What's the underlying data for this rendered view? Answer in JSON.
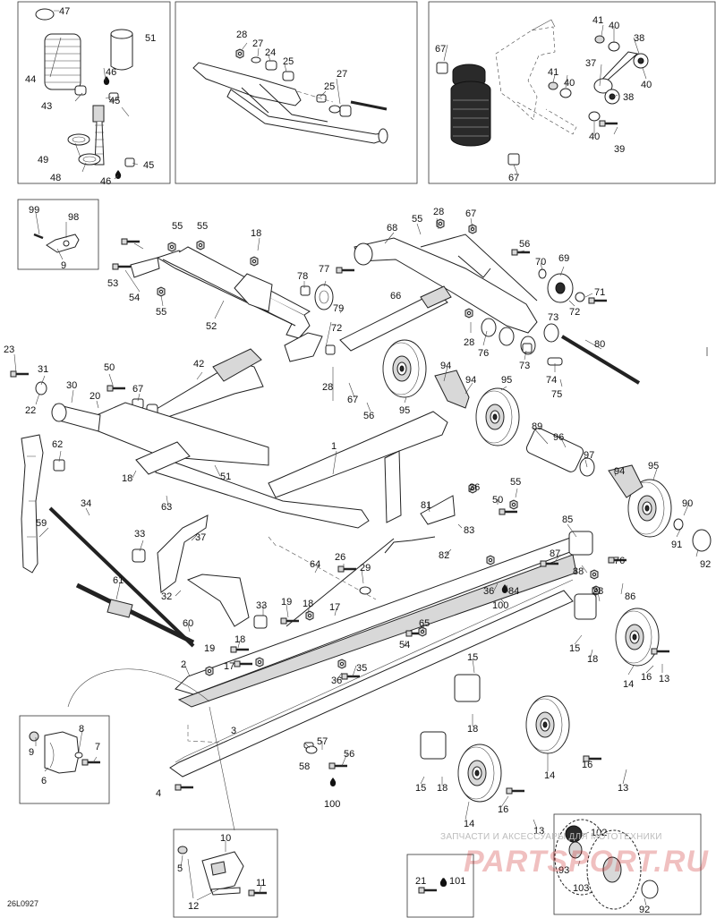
{
  "diagram": {
    "code": "26L0927",
    "watermark_line1": "ЗАПЧАСТИ И АКСЕССУАРЫ ДЛЯ МОТОТЕХНИКИ",
    "watermark_line2": "PARTSPORT.RU",
    "colors": {
      "line": "#1a1a1a",
      "part": "#222222",
      "fill": "#ffffff",
      "shade": "#d8d8d8",
      "watermark": "#c81e1e"
    }
  },
  "labels": {
    "l1": "47",
    "l2": "51",
    "l3": "44",
    "l4": "46",
    "l5": "43",
    "l6": "45",
    "l7": "49",
    "l8": "48",
    "l9": "46",
    "l10": "45",
    "l11": "28",
    "l12": "27",
    "l13": "24",
    "l14": "25",
    "l15": "27",
    "l16": "25",
    "l17": "41",
    "l18": "40",
    "l19": "38",
    "l20": "67",
    "l21": "37",
    "l22": "40",
    "l23": "41",
    "l24": "40",
    "l25": "38",
    "l26": "40",
    "l27": "39",
    "l28": "67",
    "l29": "99",
    "l30": "98",
    "l31": "9",
    "l32": "55",
    "l33": "55",
    "l34": "18",
    "l35": "53",
    "l36": "54",
    "l37": "55",
    "l38": "52",
    "l39": "78",
    "l40": "77",
    "l41": "79",
    "l42": "72",
    "l43": "55",
    "l44": "28",
    "l45": "67",
    "l46": "68",
    "l47": "56",
    "l48": "70",
    "l49": "69",
    "l50": "71",
    "l51": "72",
    "l52": "73",
    "l53": "66",
    "l54": "28",
    "l55": "76",
    "l56": "73",
    "l57": "80",
    "l58": "74",
    "l59": "75",
    "l60": "23",
    "l61": "31",
    "l62": "50",
    "l63": "42",
    "l64": "22",
    "l65": "30",
    "l66": "20",
    "l67": "67",
    "l68": "28",
    "l69": "67",
    "l70": "56",
    "l71": "95",
    "l72": "94",
    "l73": "94",
    "l74": "95",
    "l75": "1",
    "l76": "62",
    "l77": "18",
    "l78": "51",
    "l79": "63",
    "l80": "89",
    "l81": "96",
    "l82": "97",
    "l83": "94",
    "l84": "95",
    "l85": "59",
    "l86": "34",
    "l87": "33",
    "l88": "37",
    "l89": "36",
    "l90": "50",
    "l91": "55",
    "l92": "81",
    "l93": "83",
    "l94": "82",
    "l95": "85",
    "l96": "90",
    "l97": "91",
    "l98": "92",
    "l99": "64",
    "l100": "26",
    "l101": "29",
    "l102": "87",
    "l103": "88",
    "l104": "76",
    "l105": "36",
    "l106": "84",
    "l107": "100",
    "l108": "28",
    "l109": "86",
    "l110": "61",
    "l111": "32",
    "l112": "33",
    "l113": "19",
    "l114": "18",
    "l115": "17",
    "l116": "65",
    "l117": "60",
    "l118": "19",
    "l119": "18",
    "l120": "17",
    "l121": "54",
    "l122": "15",
    "l123": "18",
    "l124": "35",
    "l125": "36",
    "l126": "2",
    "l127": "16",
    "l128": "14",
    "l129": "13",
    "l130": "15",
    "l131": "18",
    "l132": "3",
    "l133": "8",
    "l134": "9",
    "l135": "7",
    "l136": "6",
    "l137": "57",
    "l138": "56",
    "l139": "58",
    "l140": "100",
    "l141": "14",
    "l142": "16",
    "l143": "13",
    "l144": "15",
    "l145": "18",
    "l146": "4",
    "l147": "14",
    "l148": "16",
    "l149": "13",
    "l150": "10",
    "l151": "5",
    "l152": "12",
    "l153": "11",
    "l154": "21",
    "l155": "101",
    "l156": "102",
    "l157": "93",
    "l158": "103",
    "l159": "92"
  }
}
